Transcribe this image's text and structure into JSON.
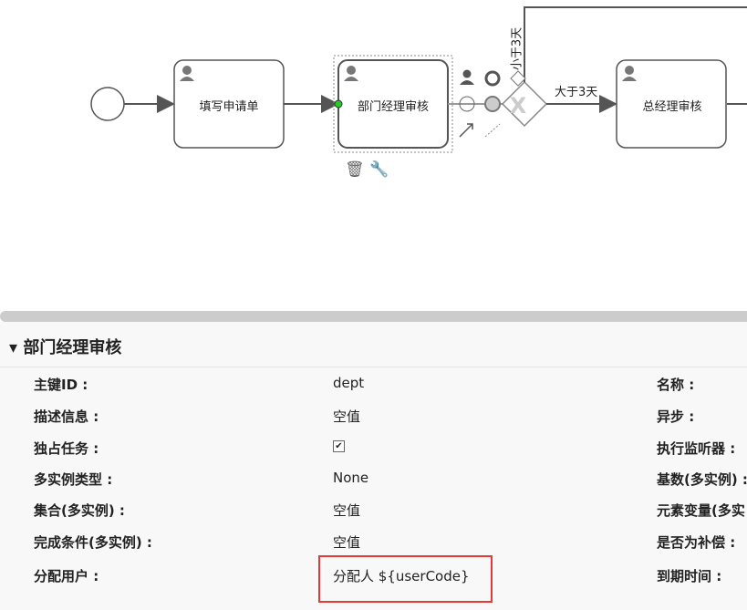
{
  "diagram": {
    "tasks": [
      "填写申请单",
      "部门经理审核",
      "总经理审核"
    ],
    "flow_labels": {
      "less": "小于3天",
      "greater": "大于3天"
    }
  },
  "panel": {
    "title": "部门经理审核",
    "rows": [
      {
        "label": "主键ID :",
        "value": "dept",
        "right_label": "名称 :"
      },
      {
        "label": "描述信息 :",
        "value": "空值",
        "right_label": "异步 :"
      },
      {
        "label": "独占任务 :",
        "value": "",
        "checked": true,
        "right_label": "执行监听器 :"
      },
      {
        "label": "多实例类型 :",
        "value": "None",
        "right_label": "基数(多实例) :"
      },
      {
        "label": "集合(多实例) :",
        "value": "空值",
        "right_label": "元素变量(多实"
      },
      {
        "label": "完成条件(多实例) :",
        "value": "空值",
        "right_label": "是否为补偿 :"
      },
      {
        "label": "分配用户 :",
        "value": "分配人 ${userCode}",
        "right_label": "到期时间 :"
      }
    ]
  }
}
